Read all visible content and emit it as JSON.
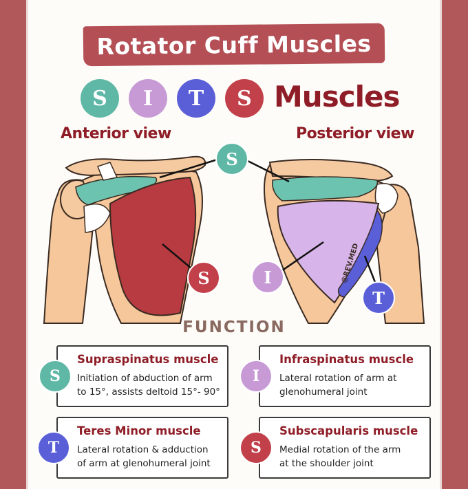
{
  "title": "Rotator Cuff Muscles",
  "sits": {
    "letters": [
      {
        "letter": "S",
        "color": "#5fb8a6"
      },
      {
        "letter": "I",
        "color": "#c79ad6"
      },
      {
        "letter": "T",
        "color": "#5a5fd8"
      },
      {
        "letter": "S",
        "color": "#c2404a"
      }
    ],
    "word": "Muscles"
  },
  "views": {
    "anterior": "Anterior view",
    "posterior": "Posterior view"
  },
  "diagram_labels": {
    "supraspinatus": "S",
    "subscapularis": "S",
    "infraspinatus": "I",
    "teres_minor": "T",
    "watermark": "@REV.MED"
  },
  "function_heading": "FUNCTION",
  "cards": [
    {
      "letter": "S",
      "color": "#5fb8a6",
      "title": "Supraspinatus muscle",
      "desc": "Initiation of abduction of arm\nto 15°, assists deltoid 15°- 90°"
    },
    {
      "letter": "I",
      "color": "#c79ad6",
      "title": "Infraspinatus muscle",
      "desc": "Lateral rotation of arm at\nglenohumeral joint"
    },
    {
      "letter": "T",
      "color": "#5a5fd8",
      "title": "Teres Minor muscle",
      "desc": "Lateral rotation & adduction\nof arm at glenohumeral joint"
    },
    {
      "letter": "S",
      "color": "#c2404a",
      "title": "Subscapularis muscle",
      "desc": "Medial rotation of the arm\nat the shoulder joint"
    }
  ],
  "colors": {
    "border": "#b0585a",
    "accent_dark_red": "#8f1d27",
    "bone": "#f5c79a",
    "supraspinatus": "#6cc3b0",
    "infraspinatus": "#d7b5ea",
    "teres_minor": "#5a5fd8",
    "subscapularis": "#b73b40"
  }
}
